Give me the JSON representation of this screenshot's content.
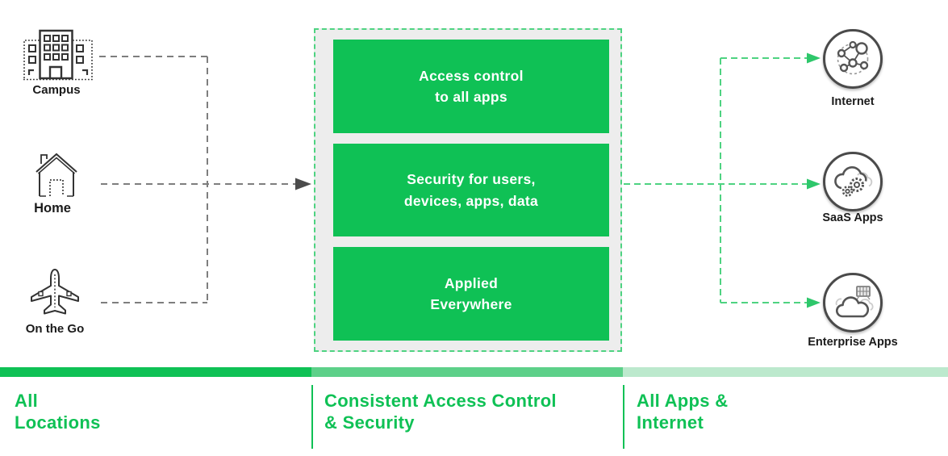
{
  "palette": {
    "green": "#0fc155",
    "green_mid": "#5dd089",
    "green_light": "#bce9cd",
    "green_dash": "#4ed381",
    "green_arrow": "#2ec76b",
    "gray_dash": "#7e7e7e",
    "arrow_dark": "#4b4b4b",
    "panel_bg": "#ededed",
    "text_dark": "#1b1b1b"
  },
  "sources": [
    {
      "label": "Campus",
      "icon": "campus-building-icon"
    },
    {
      "label": "Home",
      "icon": "home-icon"
    },
    {
      "label": "On the Go",
      "icon": "airplane-icon"
    }
  ],
  "platform": {
    "boxes": [
      {
        "lines": [
          "Access control",
          "to all apps"
        ]
      },
      {
        "lines": [
          "Security for users,",
          "devices, apps, data"
        ]
      },
      {
        "lines": [
          "Applied",
          "Everywhere"
        ]
      }
    ]
  },
  "destinations": [
    {
      "label": "Internet",
      "icon": "internet-network-icon"
    },
    {
      "label": "SaaS Apps",
      "icon": "saas-cloud-gears-icon"
    },
    {
      "label": "Enterprise Apps",
      "icon": "enterprise-cloud-server-icon"
    }
  ],
  "footer": {
    "sections": [
      {
        "lines": [
          "All",
          "Locations"
        ]
      },
      {
        "lines": [
          "Consistent Access Control",
          "& Security"
        ]
      },
      {
        "lines": [
          "All Apps &",
          "Internet"
        ]
      }
    ]
  }
}
